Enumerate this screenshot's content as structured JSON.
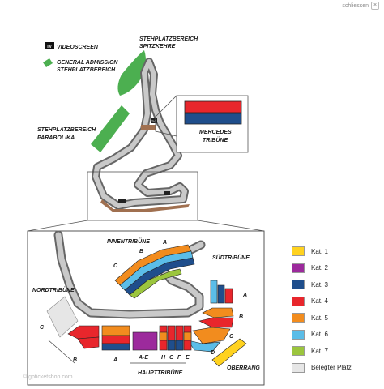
{
  "close_button": {
    "label": "schliessen",
    "icon": "close-icon"
  },
  "legend_top": {
    "videoscreen": {
      "icon_text": "TV",
      "label": "VIDEOSCREEN"
    },
    "general_admission": {
      "label_line1": "GENERAL ADMISSION",
      "label_line2": "STEHPLATZBEREICH",
      "color": "#4caf50"
    }
  },
  "areas": {
    "spitzkehre": {
      "line1": "STEHPLATZBEREICH",
      "line2": "SPITZKEHRE"
    },
    "parabolika": {
      "line1": "STEHPLATZBEREICH",
      "line2": "PARABOLIKA"
    },
    "mercedes": {
      "line1": "MERCEDES",
      "line2": "TRIBÜNE"
    }
  },
  "stands": {
    "innentribuene": "INNENTRIBÜNE",
    "suedtribuene": "SÜDTRIBÜNE",
    "nordtribuene": "NORDTRIBÜNE",
    "haupttribuene": "HAUPTTRIBÜNE",
    "oberrang": "OBERRANG"
  },
  "block_labels": {
    "inn_a": "A",
    "inn_b": "B",
    "inn_c": "C",
    "sued_a": "A",
    "sued_b": "B",
    "sued_c": "C",
    "sued_d": "D",
    "nord_c": "C",
    "haupt_b": "B",
    "haupt_a": "A",
    "haupt_ae": "A-E",
    "haupt_h": "H",
    "haupt_g": "G",
    "haupt_f": "F",
    "haupt_e": "E"
  },
  "tv_small": "TV",
  "legend": [
    {
      "label": "Kat. 1",
      "color": "#ffd21f"
    },
    {
      "label": "Kat. 2",
      "color": "#9c2a9c"
    },
    {
      "label": "Kat. 3",
      "color": "#1f4e8c"
    },
    {
      "label": "Kat. 4",
      "color": "#e8262c"
    },
    {
      "label": "Kat. 5",
      "color": "#f28c1e"
    },
    {
      "label": "Kat. 6",
      "color": "#5bbde8"
    },
    {
      "label": "Kat. 7",
      "color": "#9bc53d"
    },
    {
      "label": "Belegter Platz",
      "color": "#e6e6e6"
    }
  ],
  "credit": "© gpticketshop.com"
}
